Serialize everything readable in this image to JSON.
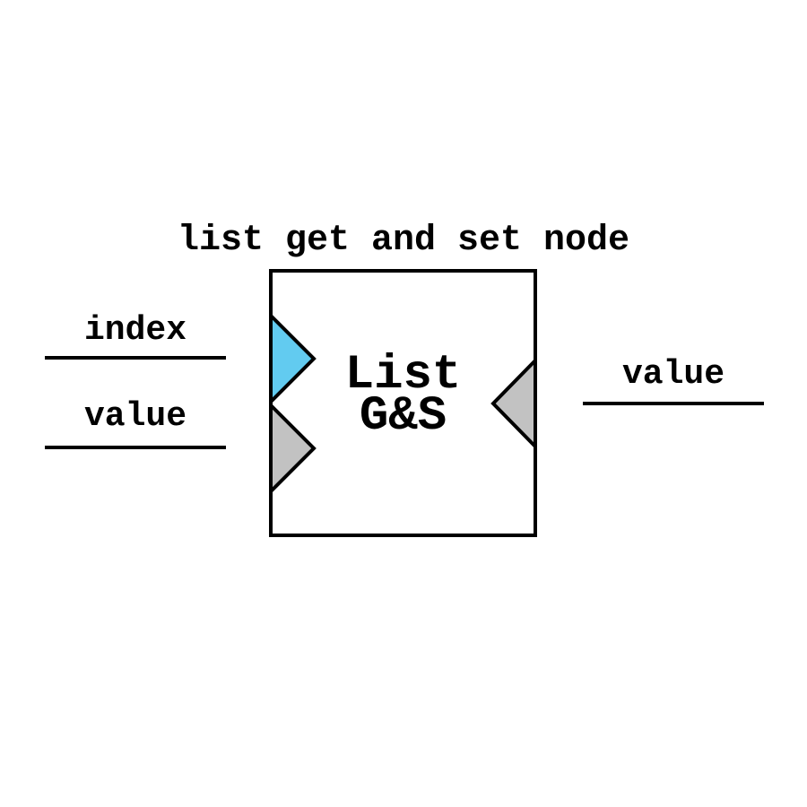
{
  "title": "list get and set node",
  "node": {
    "name": "list-get-and-set",
    "label_line1": "List",
    "label_line2": "G&S"
  },
  "ports": {
    "inputs": [
      {
        "label": "index",
        "fill": "#62CBF0"
      },
      {
        "label": "value",
        "fill": "#C2C2C2"
      }
    ],
    "output": {
      "label": "value",
      "fill": "#C2C2C2"
    }
  },
  "colors": {
    "background": "#FFFFFF",
    "stroke": "#000000",
    "text": "#000000",
    "index_port": "#62CBF0",
    "gray_port": "#C2C2C2"
  }
}
